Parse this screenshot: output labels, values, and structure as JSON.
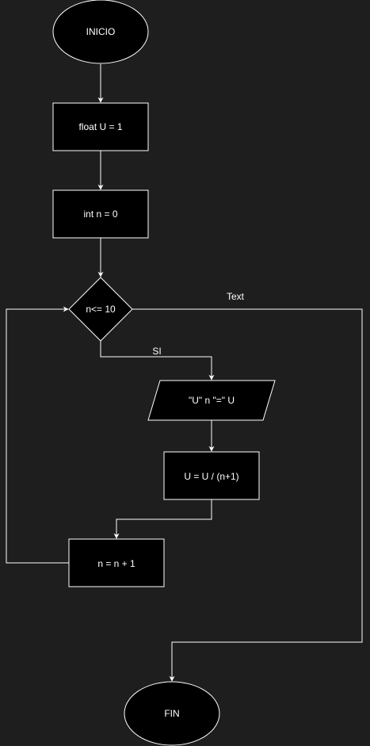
{
  "diagram": {
    "nodes": {
      "start": "INICIO",
      "init_u": "float U = 1",
      "init_n": "int n = 0",
      "condition": "n<= 10",
      "output": "\"U\" n \"=\" U",
      "update_u": "U = U / (n+1)",
      "increment_n": "n = n + 1",
      "end": "FIN"
    },
    "edge_labels": {
      "yes": "SI",
      "no": "Text"
    }
  },
  "colors": {
    "background": "#1e1e1e",
    "node_fill": "#000000",
    "stroke": "#ffffff",
    "text": "#ffffff"
  }
}
